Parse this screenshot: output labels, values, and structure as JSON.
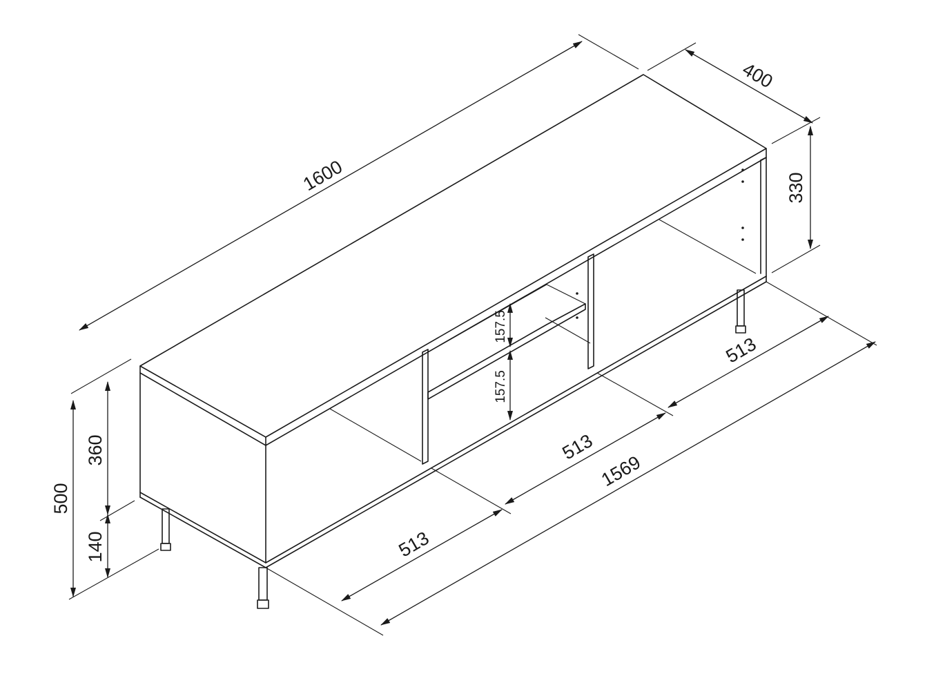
{
  "dimensions": {
    "overall_length": "1600",
    "depth": "400",
    "inner_height": "330",
    "total_height": "500",
    "body_height": "360",
    "leg_height": "140",
    "shelf_spacing_upper": "157.5",
    "shelf_spacing_lower": "157.5",
    "compartment_right": "513",
    "compartment_middle": "513",
    "compartment_left": "513",
    "leg_span": "1569"
  },
  "colors": {
    "line": "#1a1a1a",
    "background": "#ffffff"
  }
}
